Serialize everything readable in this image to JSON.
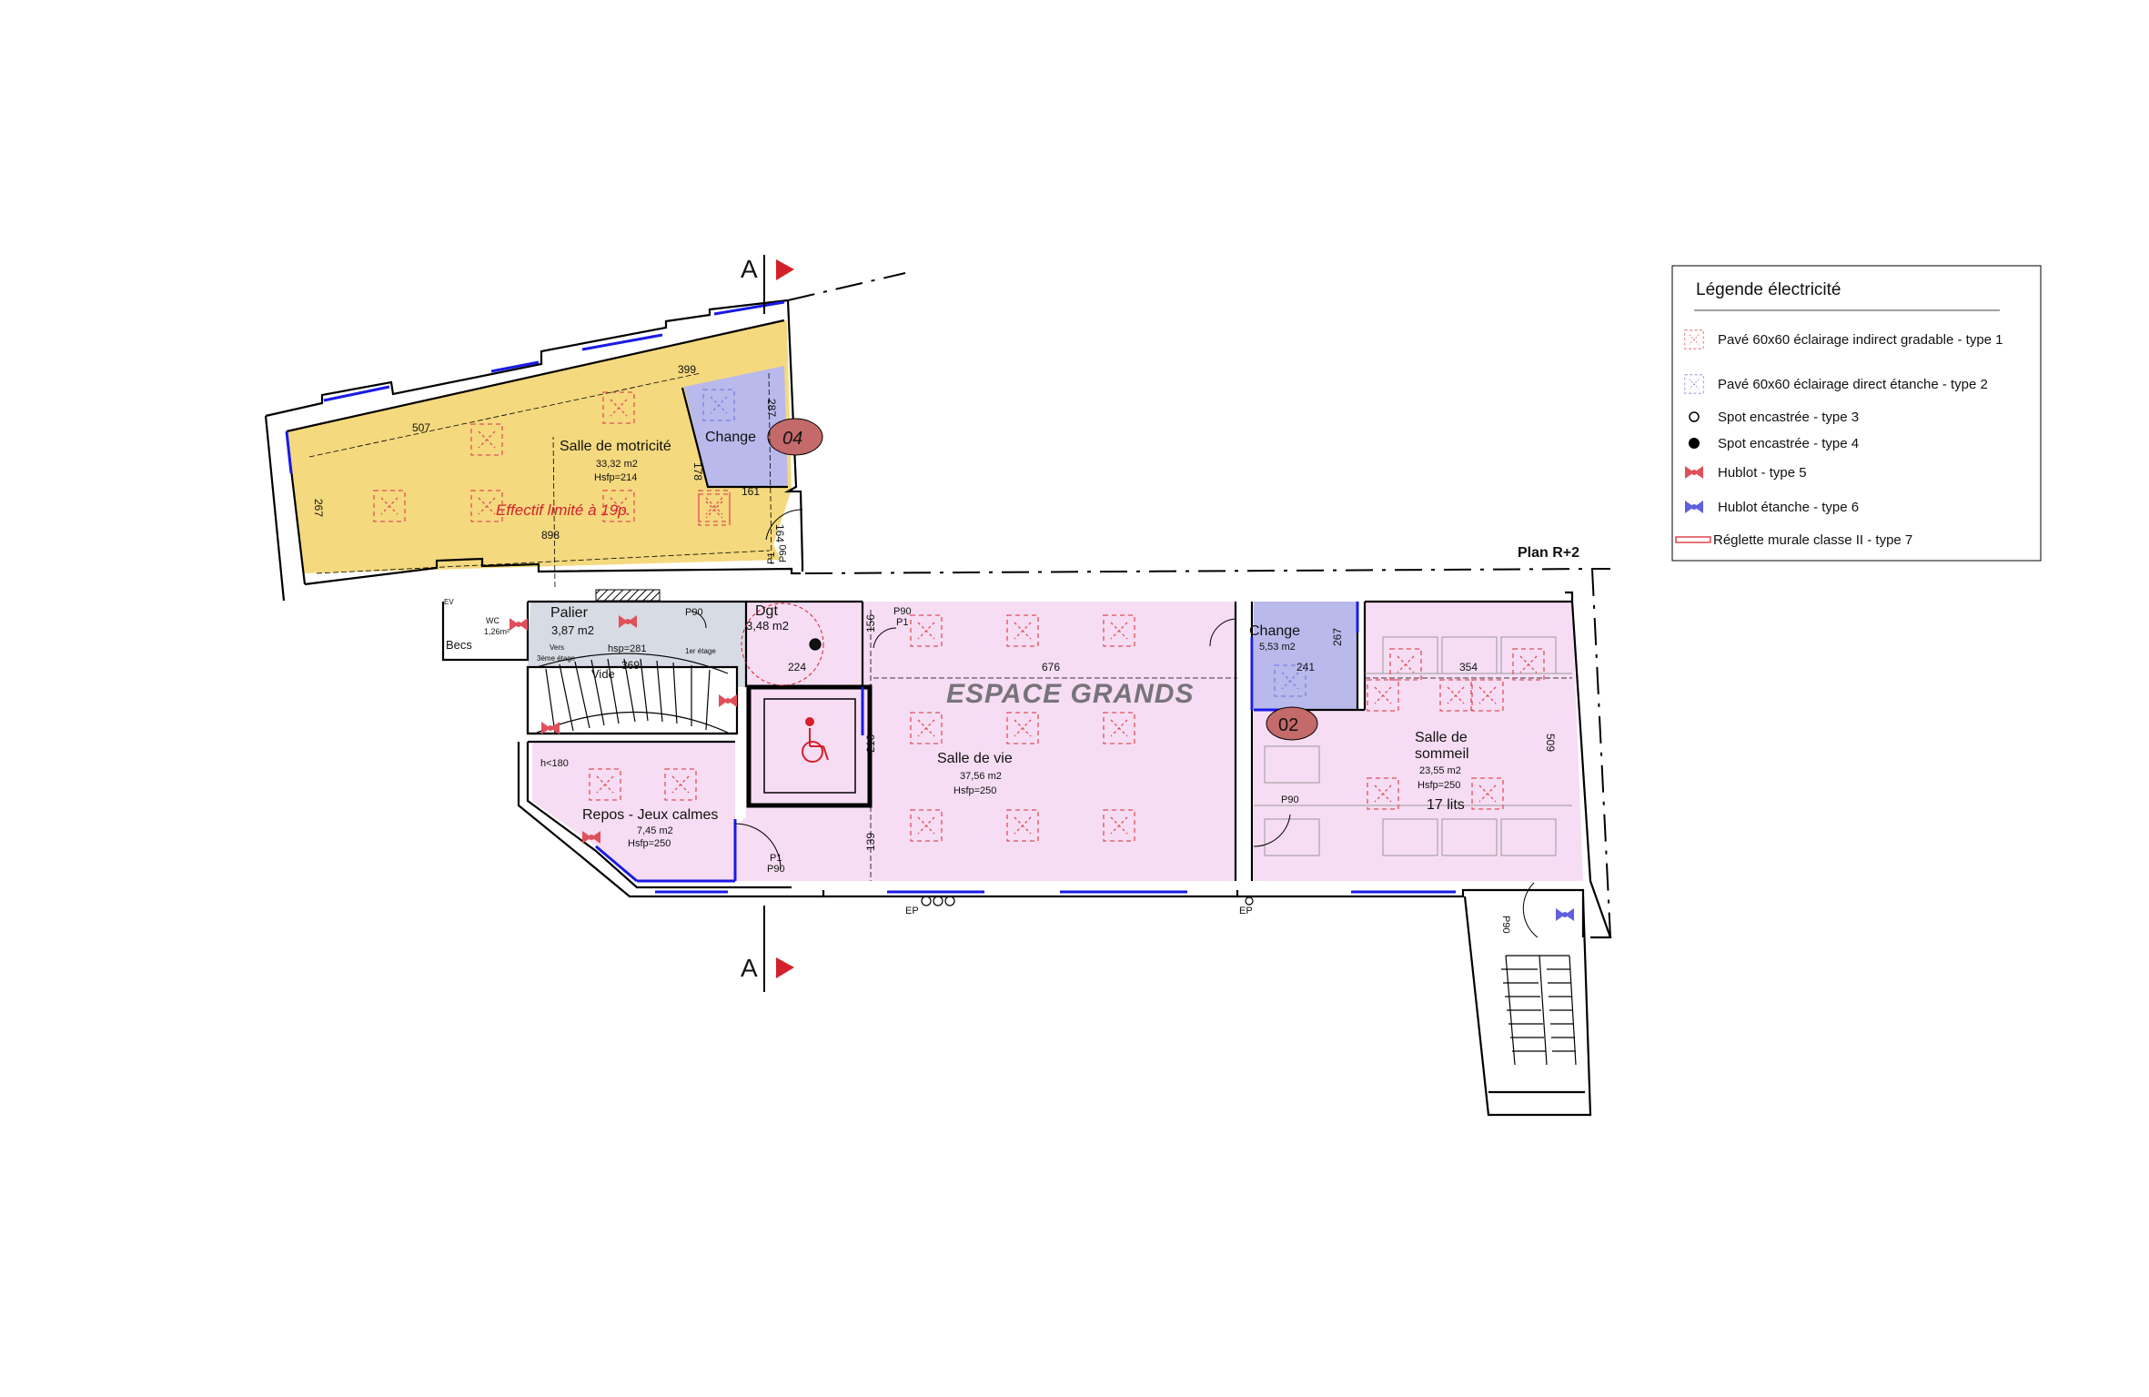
{
  "plan_title": "Plan R+2",
  "section_marker": "A",
  "zone_title": "ESPACE GRANDS",
  "colors": {
    "motricite_fill": "#f5d97e",
    "espace_grands_fill": "#f6ddf3",
    "change_fill": "#b9b9ec",
    "circulation_fill": "#d7dbe4",
    "wall": "#000000",
    "window": "#1a1ae6",
    "lamp_type1": "#e0505a",
    "lamp_type2": "#8080e0",
    "room_badge": "#c46a6a"
  },
  "rooms": {
    "motricite": {
      "name": "Salle de motricité",
      "area": "33,32 m2",
      "height": "Hsfp=214",
      "warning": "Effectif limité à 19p."
    },
    "change_04": {
      "name": "Change",
      "badge": "04"
    },
    "palier": {
      "name": "Palier",
      "area": "3,87 m2",
      "height": "hsp=281"
    },
    "dgt": {
      "name": "Dgt",
      "area": "3,48 m2"
    },
    "wc": {
      "name": "WC",
      "area": "1,26m²"
    },
    "becs": {
      "name": "Becs"
    },
    "vide": {
      "name": "Vide"
    },
    "vers": {
      "name": "Vers",
      "sub": "3ème étage"
    },
    "etage1": {
      "name": "1er étage"
    },
    "repos": {
      "name": "Repos - Jeux calmes",
      "area": "7,45 m2",
      "height": "Hsfp=250",
      "note": "h<180"
    },
    "salle_de_vie": {
      "name": "Salle de vie",
      "area": "37,56 m2",
      "height": "Hsfp=250"
    },
    "change_02": {
      "name": "Change",
      "area": "5,53 m2",
      "badge": "02"
    },
    "sommeil": {
      "name1": "Salle de",
      "name2": "sommeil",
      "area": "23,55 m2",
      "height": "Hsfp=250",
      "beds": "17 lits"
    }
  },
  "doors": {
    "p90": "P90",
    "p1": "P1"
  },
  "ep": "EP",
  "ev": "EV",
  "dimensions": {
    "d507": "507",
    "d399": "399",
    "d267": "267",
    "d898": "898",
    "d287": "287",
    "d178": "178",
    "d161": "161",
    "d164": "164",
    "d369": "369",
    "d224": "224",
    "d156": "156",
    "d216": "216",
    "d139": "139",
    "d676": "676",
    "d241": "241",
    "d267b": "267",
    "d354": "354",
    "d509": "509"
  },
  "legend": {
    "title": "Légende électricité",
    "items": [
      {
        "label": "Pavé 60x60 éclairage indirect gradable - type 1",
        "icon": "pave-type1-icon"
      },
      {
        "label": "Pavé 60x60 éclairage direct étanche - type 2",
        "icon": "pave-type2-icon"
      },
      {
        "label": "Spot encastrée - type 3",
        "icon": "spot-open-icon"
      },
      {
        "label": "Spot encastrée - type 4",
        "icon": "spot-filled-icon"
      },
      {
        "label": "Hublot - type 5",
        "icon": "hublot-red-icon"
      },
      {
        "label": "Hublot étanche - type 6",
        "icon": "hublot-blue-icon"
      },
      {
        "label": "Réglette murale classe II - type 7",
        "icon": "reglette-icon"
      }
    ]
  }
}
